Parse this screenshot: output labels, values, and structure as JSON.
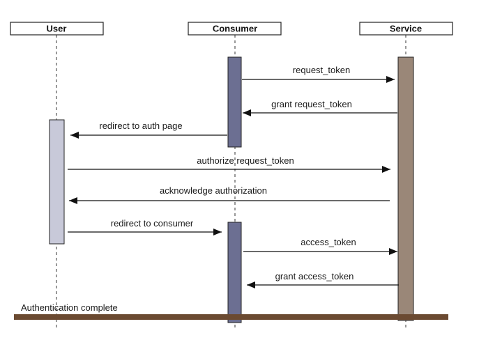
{
  "participants": [
    {
      "id": "user",
      "name": "User"
    },
    {
      "id": "consumer",
      "name": "Consumer"
    },
    {
      "id": "service",
      "name": "Service"
    }
  ],
  "messages": [
    {
      "from": "consumer",
      "to": "service",
      "label": "request_token"
    },
    {
      "from": "service",
      "to": "consumer",
      "label": "grant request_token"
    },
    {
      "from": "consumer",
      "to": "user",
      "label": "redirect to auth page"
    },
    {
      "from": "user",
      "to": "service",
      "label": "authorize request_token"
    },
    {
      "from": "service",
      "to": "user",
      "label": "acknowledge authorization"
    },
    {
      "from": "user",
      "to": "consumer",
      "label": "redirect to consumer"
    },
    {
      "from": "consumer",
      "to": "service",
      "label": "access_token"
    },
    {
      "from": "service",
      "to": "consumer",
      "label": "grant access_token"
    }
  ],
  "footer": {
    "label": "Authentication complete"
  },
  "colors": {
    "user_activation": "#c8c9d9",
    "consumer_activation": "#6c6f92",
    "service_activation": "#9a8778",
    "completion_bar": "#6b4a31"
  }
}
